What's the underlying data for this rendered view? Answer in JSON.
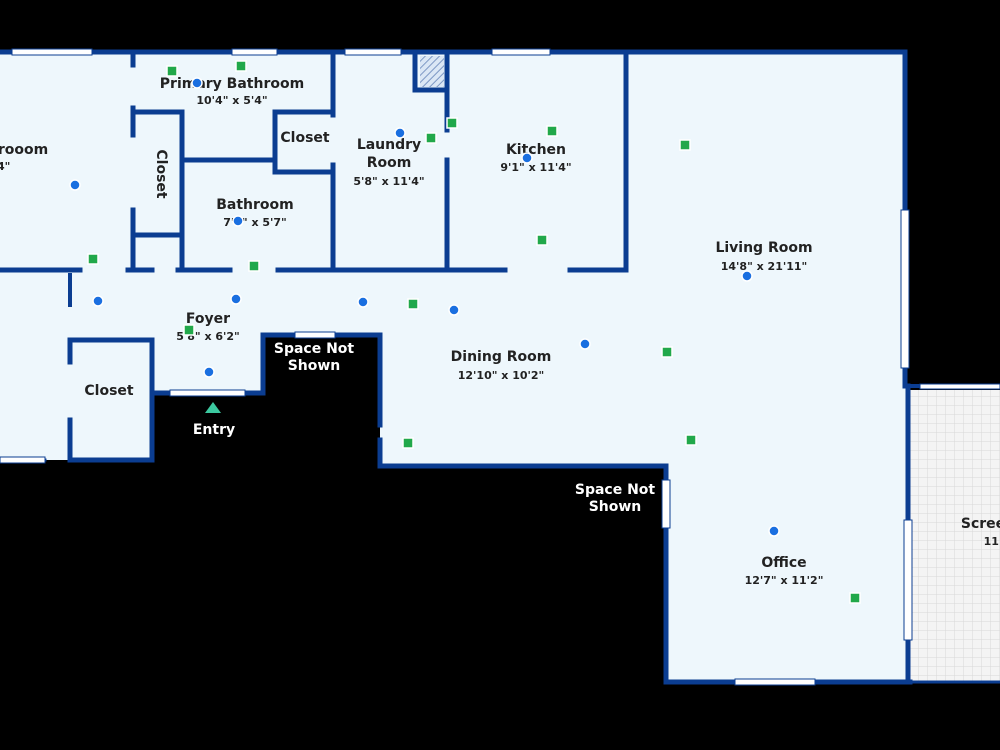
{
  "rooms": [
    {
      "id": "bedroom",
      "name": "drooom",
      "dims": "'4\""
    },
    {
      "id": "primary-bathroom",
      "name": "Primary Bathroom",
      "dims": "10'4\" x 5'4\""
    },
    {
      "id": "closet-small",
      "name": "Closet",
      "dims": ""
    },
    {
      "id": "closet-vertical",
      "name": "Closet",
      "dims": ""
    },
    {
      "id": "bathroom",
      "name": "Bathroom",
      "dims": "7'0\" x 5'7\""
    },
    {
      "id": "laundry-room",
      "name": "Laundry Room",
      "dims": "5'8\" x 11'4\""
    },
    {
      "id": "kitchen",
      "name": "Kitchen",
      "dims": "9'1\" x 11'4\""
    },
    {
      "id": "living-room",
      "name": "Living Room",
      "dims": "14'8\" x 21'11\""
    },
    {
      "id": "foyer",
      "name": "Foyer",
      "dims": "5'8\" x 6'2\""
    },
    {
      "id": "closet-foyer",
      "name": "Closet",
      "dims": ""
    },
    {
      "id": "dining-room",
      "name": "Dining Room",
      "dims": "12'10\" x 10'2\""
    },
    {
      "id": "office",
      "name": "Office",
      "dims": "12'7\" x 11'2\""
    },
    {
      "id": "screened",
      "name": "Scree",
      "dims": "11'"
    }
  ],
  "labels": {
    "space_not_shown": "Space Not Shown",
    "entry": "Entry"
  },
  "colors": {
    "wall": "#0b3d91",
    "floor": "#eef7fc",
    "marker_blue": "#1a6fe0",
    "marker_green": "#21a84a",
    "entry_marker": "#3cc9a0",
    "background": "#000000"
  }
}
